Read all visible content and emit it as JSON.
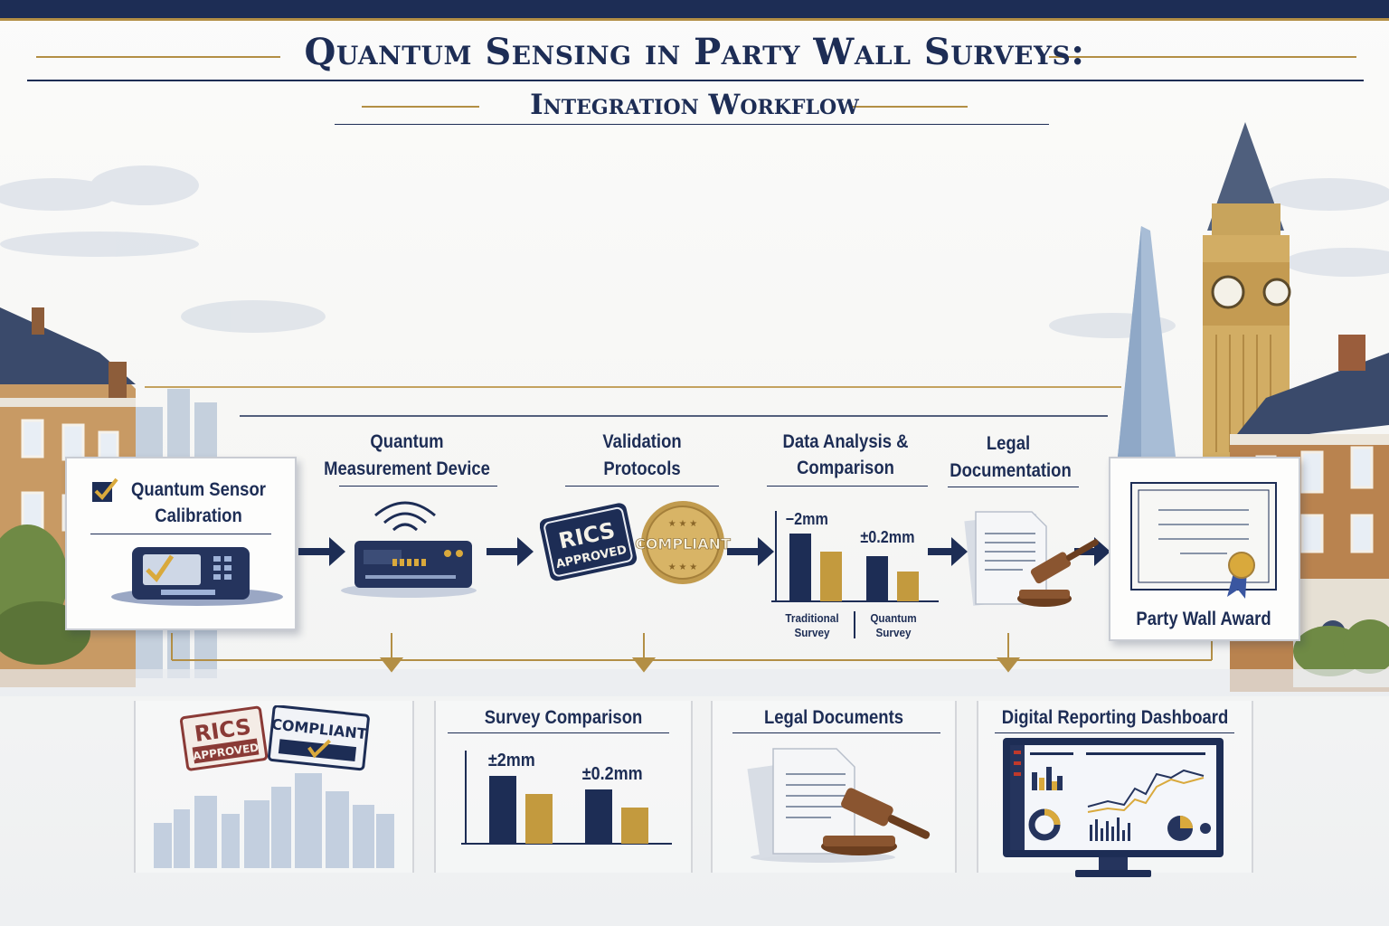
{
  "title": "Quantum Sensing in Party Wall Surveys:",
  "subtitle": "Integration Workflow",
  "steps": [
    {
      "label": "Quantum Sensor Calibration"
    },
    {
      "label_line1": "Quantum",
      "label_line2": "Measurement Device"
    },
    {
      "label_line1": "Validation",
      "label_line2": "Protocols",
      "stamp_rics_1": "RICS",
      "stamp_rics_2": "APPROVED",
      "seal": "COMPLIANT"
    },
    {
      "label_line1": "Data Analysis &",
      "label_line2": "Comparison",
      "value_traditional": "−2mm",
      "value_quantum": "±0.2mm",
      "cat_traditional_1": "Traditional",
      "cat_traditional_2": "Survey",
      "cat_quantum_1": "Quantum",
      "cat_quantum_2": "Survey"
    },
    {
      "label_line1": "Legal",
      "label_line2": "Documentation"
    },
    {
      "label": "Party Wall Award"
    }
  ],
  "panels": {
    "compliance": {
      "rics_1": "RICS",
      "rics_2": "APPROVED",
      "compliant": "COMPLIANT"
    },
    "survey": {
      "title": "Survey Comparison",
      "value_a": "±2mm",
      "value_b": "±0.2mm"
    },
    "legal": {
      "title": "Legal Documents"
    },
    "dashboard": {
      "title": "Digital Reporting Dashboard"
    }
  },
  "chart_data": [
    {
      "type": "bar",
      "categories": [
        "Traditional Survey",
        "Quantum Survey"
      ],
      "series": [
        {
          "values": [
            75,
            50
          ]
        },
        {
          "values": [
            55,
            33
          ]
        }
      ],
      "ylim": [
        0,
        100
      ]
    },
    {
      "type": "bar",
      "categories": [
        "±2mm",
        "±0.2mm"
      ],
      "series": [
        {
          "values": [
            75,
            60
          ]
        },
        {
          "values": [
            55,
            40
          ]
        }
      ],
      "ylim": [
        0,
        100
      ]
    }
  ],
  "colors": {
    "navy": "#1d2d55",
    "gold": "#b38f45",
    "brick": "#b9834f"
  }
}
